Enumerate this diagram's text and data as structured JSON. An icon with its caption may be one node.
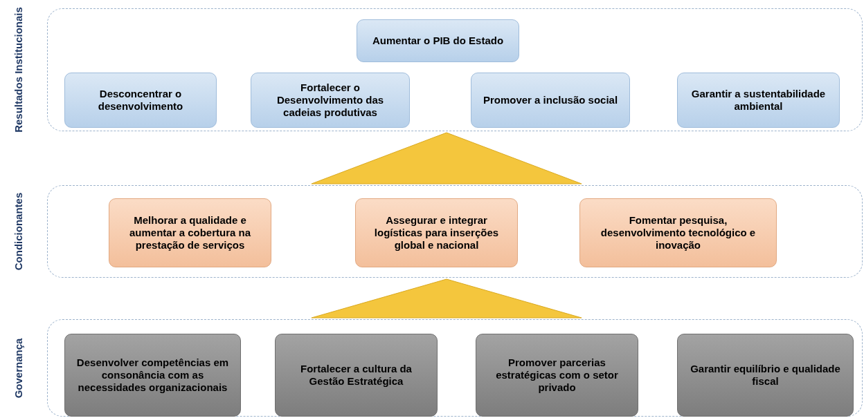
{
  "diagram": {
    "nodes": [
      {
        "text": [
          "Resultados Institucionais"
        ]
      },
      {
        "text": [
          "Aumentar o PIB do Estado"
        ],
        "in": 0
      },
      {
        "text": [
          "Desconcentrar o desenvolvimento"
        ],
        "in": 0
      },
      {
        "text": [
          "Fortalecer o Desenvolvimento das cadeias produtivas"
        ],
        "in": 0
      },
      {
        "text": [
          "Promover a inclusão social"
        ],
        "in": 0
      },
      {
        "text": [
          "Garantir a sustentabilidade ambiental"
        ],
        "in": 0
      },
      {
        "text": [
          "Condicionantes"
        ]
      },
      {
        "text": [
          "Melhorar a qualidade e aumentar a cobertura na prestação de serviços"
        ],
        "in": 6
      },
      {
        "text": [
          "Assegurar e integrar logísticas para inserções global e nacional"
        ],
        "in": 6
      },
      {
        "text": [
          "Fomentar pesquisa, desenvolvimento tecnológico e inovação"
        ],
        "in": 6
      },
      {
        "text": [
          "Governança"
        ]
      },
      {
        "text": [
          "Desenvolver competências em consonância com as necessidades organizacionais"
        ],
        "in": 10
      },
      {
        "text": [
          "Fortalecer a cultura da Gestão Estratégica"
        ],
        "in": 10
      },
      {
        "text": [
          "Promover parcerias estratégicas com o setor privado"
        ],
        "in": 10
      },
      {
        "text": [
          "Garantir equilíbrio e qualidade fiscal"
        ],
        "in": 10
      }
    ],
    "edges": [
      {
        "from": 6,
        "to": 0,
        "arrow": "to"
      },
      {
        "from": 10,
        "to": 6,
        "arrow": "to"
      }
    ]
  }
}
